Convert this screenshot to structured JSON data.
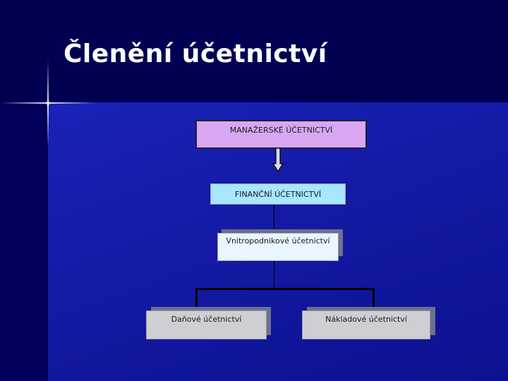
{
  "slide": {
    "title": "Členění účetnictví"
  },
  "diagram": {
    "boxes": {
      "managerial": {
        "label": "MANAŽERSKÉ ÚČETNICTVÍ",
        "fill": "#d9a7f2"
      },
      "financial": {
        "label": "FINANČNÍ ÚČETNICTVÍ",
        "fill": "#a9e6ff"
      },
      "internal": {
        "label": "Vnitropodnikové účetnictví",
        "fill": "#eaf6ff"
      },
      "tax": {
        "label": "Daňové účetnictví",
        "fill": "#cfcfd3"
      },
      "cost": {
        "label": "Nákladové účetnictví",
        "fill": "#cfcfd3"
      }
    }
  },
  "colors": {
    "background": "#0b0b6e",
    "title": "#ffffff"
  }
}
